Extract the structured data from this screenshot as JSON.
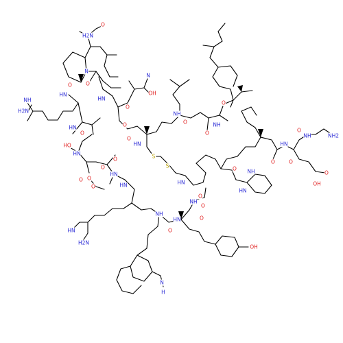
{
  "colors": {
    "bond": "#000000",
    "N": "#2b2bd6",
    "O": "#e01b1b",
    "S": "#b8a000",
    "C": "#000000"
  },
  "labels": [
    {
      "id": "nh2-amidine-top",
      "text": "NH",
      "el": "N"
    },
    {
      "id": "h2n-amidine-top",
      "text": "H2N",
      "el": "N"
    },
    {
      "id": "hn-arg1",
      "text": "HN",
      "el": "N"
    },
    {
      "id": "hn-pro",
      "text": "HN",
      "el": "N"
    },
    {
      "id": "n-pro",
      "text": "N",
      "el": "N"
    },
    {
      "id": "o-pro",
      "text": "O",
      "el": "O"
    },
    {
      "id": "o-asn1-a",
      "text": "O",
      "el": "O"
    },
    {
      "id": "h2n-asn1",
      "text": "H2N",
      "el": "N"
    },
    {
      "id": "o-asn1-side",
      "text": "O",
      "el": "O"
    },
    {
      "id": "hn-asn1",
      "text": "HN",
      "el": "N"
    },
    {
      "id": "o-arg1",
      "text": "O",
      "el": "O"
    },
    {
      "id": "hn-ile",
      "text": "HN",
      "el": "N"
    },
    {
      "id": "ho-thr",
      "text": "HO",
      "el": "O"
    },
    {
      "id": "o-ile",
      "text": "O",
      "el": "O"
    },
    {
      "id": "o-asp-a",
      "text": "O",
      "el": "O"
    },
    {
      "id": "oh-asp",
      "text": "OH",
      "el": "O"
    },
    {
      "id": "n-asp",
      "text": "N",
      "el": "N"
    },
    {
      "id": "o-asp-c",
      "text": "O",
      "el": "O"
    },
    {
      "id": "o-cys1",
      "text": "O",
      "el": "O"
    },
    {
      "id": "hn-cys1",
      "text": "HN",
      "el": "N"
    },
    {
      "id": "s-1",
      "text": "S",
      "el": "S"
    },
    {
      "id": "s-2",
      "text": "S",
      "el": "S"
    },
    {
      "id": "o-aca",
      "text": "O",
      "el": "O"
    },
    {
      "id": "hn-aca",
      "text": "HN",
      "el": "N"
    },
    {
      "id": "o-aca2",
      "text": "O",
      "el": "O"
    },
    {
      "id": "hn-arg2",
      "text": "HN",
      "el": "N"
    },
    {
      "id": "hn-amidine-bot",
      "text": "HN",
      "el": "N"
    },
    {
      "id": "h2n-amidine-bot",
      "text": "H2N",
      "el": "N"
    },
    {
      "id": "nh-leu",
      "text": "NH",
      "el": "N"
    },
    {
      "id": "o-leu",
      "text": "O",
      "el": "O"
    },
    {
      "id": "o-ala",
      "text": "O",
      "el": "O"
    },
    {
      "id": "nh-ala",
      "text": "NH",
      "el": "N"
    },
    {
      "id": "o-ibu",
      "text": "O",
      "el": "O"
    },
    {
      "id": "hn-gln",
      "text": "HN",
      "el": "N"
    },
    {
      "id": "o-gln",
      "text": "O",
      "el": "O"
    },
    {
      "id": "hn-phe",
      "text": "HN",
      "el": "N"
    },
    {
      "id": "o-phe",
      "text": "O",
      "el": "O"
    },
    {
      "id": "nh-val",
      "text": "NH",
      "el": "N"
    },
    {
      "id": "o-val",
      "text": "O",
      "el": "O"
    },
    {
      "id": "hn-glu",
      "text": "HN",
      "el": "N"
    },
    {
      "id": "o-glu",
      "text": "O",
      "el": "O"
    },
    {
      "id": "nh-gly",
      "text": "NH",
      "el": "N"
    },
    {
      "id": "o-gly",
      "text": "O",
      "el": "O"
    },
    {
      "id": "nh2-gly",
      "text": "NH2",
      "el": "N"
    },
    {
      "id": "o-glu-side",
      "text": "O",
      "el": "O"
    },
    {
      "id": "oh-glu-side",
      "text": "OH",
      "el": "O"
    },
    {
      "id": "o-cys2",
      "text": "O",
      "el": "O"
    },
    {
      "id": "hn-cys2",
      "text": "NH",
      "el": "N"
    },
    {
      "id": "o-tyr",
      "text": "O",
      "el": "O"
    },
    {
      "id": "hn-tyr",
      "text": "HN",
      "el": "N"
    },
    {
      "id": "oh-tyr",
      "text": "OH",
      "el": "O"
    },
    {
      "id": "hn-trp",
      "text": "NH",
      "el": "N"
    },
    {
      "id": "o-trp",
      "text": "O",
      "el": "O"
    },
    {
      "id": "h-indole",
      "text": "H",
      "el": "N"
    },
    {
      "id": "n-indole",
      "text": "N",
      "el": "N"
    },
    {
      "id": "o-asn2",
      "text": "O",
      "el": "O"
    },
    {
      "id": "o-asn2-side",
      "text": "O",
      "el": "O"
    }
  ]
}
